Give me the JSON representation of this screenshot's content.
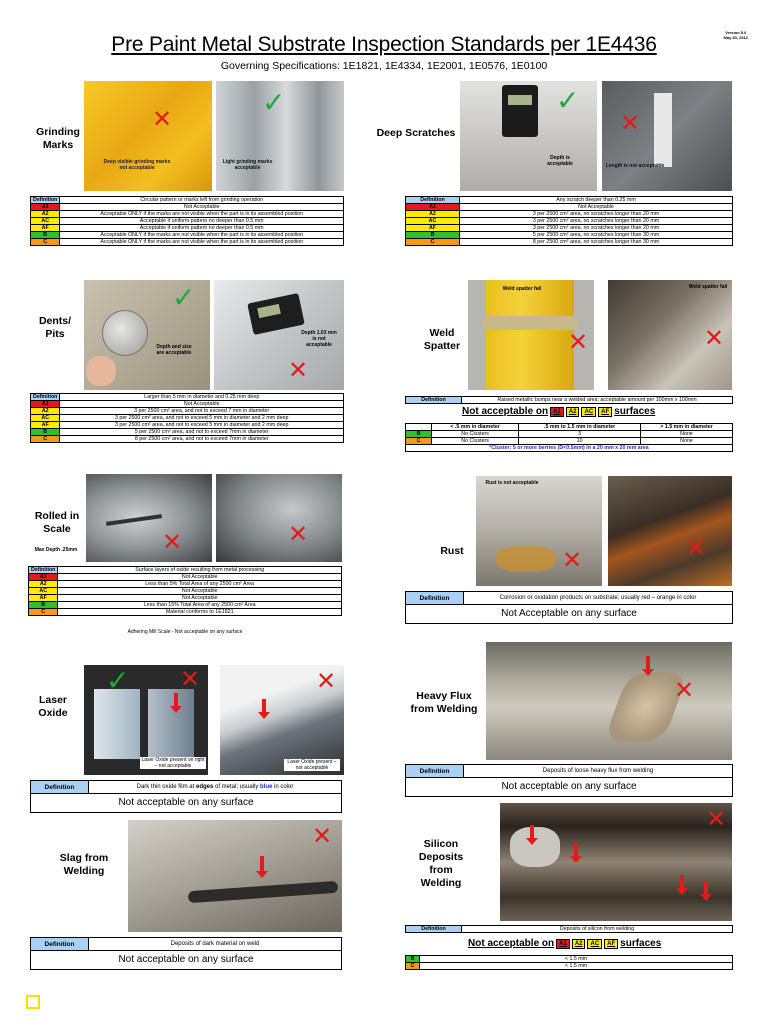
{
  "header": {
    "version": "Version 5.0",
    "date": "May 30, 2012",
    "title": "Pre Paint Metal Substrate Inspection Standards per 1E4436",
    "subtitle": "Governing Specifications: 1E1821, 1E4334, 1E2001, 1E0576, 1E0100"
  },
  "icons": {
    "check": "check-icon",
    "x": "x-mark-icon",
    "arrow": "red-arrow-icon",
    "colors": {
      "red": "#e41a1a",
      "yellow": "#ffea00",
      "green": "#2fbf2f",
      "orange": "#f39a1d",
      "blue": "#a9d0f5"
    }
  },
  "grinding": {
    "label": "Grinding Marks",
    "cap1": "Deep visible grinding marks not acceptable",
    "cap2": "Light grinding marks acceptable",
    "def_label": "Definition",
    "definition": "Circular pattern or marks left from grinding operation",
    "rows": [
      {
        "code": "A1",
        "text": "Not Acceptable"
      },
      {
        "code": "A2",
        "text": "Acceptable ONLY if the marks are not visible when the part is in its assembled position"
      },
      {
        "code": "AC",
        "text": "Acceptable if uniform pattern no deeper than 0.5 mm"
      },
      {
        "code": "AF",
        "text": "Acceptable if uniform pattern no deeper than 0.5 mm"
      },
      {
        "code": "B",
        "text": "Acceptable ONLY if the marks are not visible when the part is in its assembled position"
      },
      {
        "code": "C",
        "text": "Acceptable ONLY if the marks are not visible when the part is in its assembled position"
      }
    ]
  },
  "scratches": {
    "label": "Deep Scratches",
    "cap1": "Depth is acceptable",
    "cap2": "Length is not acceptable",
    "def_label": "Definition",
    "definition": "Any scratch deeper than 0.25 mm",
    "rows": [
      {
        "code": "A1",
        "text": "Not Acceptable"
      },
      {
        "code": "A2",
        "text": "3 per 2500 cm² area, no scratches longer than 20 mm"
      },
      {
        "code": "AC",
        "text": "3 per 2500 cm² area, no scratches longer than 20 mm"
      },
      {
        "code": "AF",
        "text": "3 per 2500 cm² area, no scratches longer than 20 mm"
      },
      {
        "code": "B",
        "text": "5 per 2500 cm² area, no scratches longer than 30 mm"
      },
      {
        "code": "C",
        "text": "8 per 2500 cm² area, no scratches longer than 30 mm"
      }
    ]
  },
  "dents": {
    "label": "Dents/ Pits",
    "cap1": "Depth and size are acceptable",
    "cap2": "Depth 1.03 mm is not acceptable",
    "def_label": "Definition",
    "definition": "Larger than 5 mm in diameter and 0.25 mm deep",
    "rows": [
      {
        "code": "A1",
        "text": "Not Acceptable"
      },
      {
        "code": "A2",
        "text": "3 per 2500 cm² area, and not to exceed 7 mm in diameter"
      },
      {
        "code": "AC",
        "text": "3 per 2500 cm² area, and not to exceed 5 mm in diameter and 2 mm deep"
      },
      {
        "code": "AF",
        "text": "3 per 2500 cm² area, and not to exceed 5 mm in diameter and 2 mm deep"
      },
      {
        "code": "B",
        "text": "5 per 2500 cm² area, and not to exceed 7mm in diameter"
      },
      {
        "code": "C",
        "text": "8 per 2500 cm² area, and not to exceed 7mm in diameter"
      }
    ]
  },
  "weld": {
    "label": "Weld Spatter",
    "cap1": "Weld spatter fail",
    "cap2": "Weld spatter fail",
    "def_label": "Definition",
    "definition": "Raised metallic bumps near a welded area; acceptable amount per 100mm x 100mm",
    "na_pre": "Not acceptable on",
    "na_codes": [
      "A1",
      "A2",
      "AC",
      "AF"
    ],
    "na_post": "surfaces",
    "cols": [
      "< .5 mm in diameter",
      ".5 mm to 1.5 mm in diameter",
      "> 1.5 mm in diameter"
    ],
    "rows": [
      {
        "code": "B",
        "c1": "No Clusters",
        "c2": "3",
        "c3": "None"
      },
      {
        "code": "C",
        "c1": "No Clusters",
        "c2": "10",
        "c3": "None"
      }
    ],
    "cluster_note": "*Cluster: 5 or more berries (D<0.5mm) in a 20 mm x 20 mm area"
  },
  "rolled": {
    "label": "Rolled in Scale",
    "sub": "Max Depth .25mm",
    "def_label": "Definition",
    "definition": "Surface layers of oxide resulting from metal processing",
    "rows": [
      {
        "code": "A1",
        "text": "Not Acceptable"
      },
      {
        "code": "A2",
        "text": "Less than 5% Total Area of any 2500 cm² Area"
      },
      {
        "code": "AC",
        "text": "Not Acceptable"
      },
      {
        "code": "AF",
        "text": "Not Acceptable"
      },
      {
        "code": "B",
        "text": "Less than 15% Total Area of any 2500 cm² Area"
      },
      {
        "code": "C",
        "text": "Material conforms to 1E1821"
      }
    ],
    "note": "Adhering Mill Scale - Not acceptable on any surface"
  },
  "rust": {
    "label": "Rust",
    "cap1": "Rust is not acceptable",
    "def_label": "Definition",
    "definition": "Corrosion or oxidation products on substrate; usually red – orange in color",
    "verdict": "Not Acceptable on any surface"
  },
  "laser": {
    "label": "Laser Oxide",
    "cap1": "Laser Oxide present on right – not acceptable",
    "cap2": "Laser Oxide present – not acceptable",
    "def_label": "Definition",
    "def_pre": "Dark thin oxide film at",
    "def_mid": "edges",
    "def_mid2": "of metal; usually",
    "def_blue": "blue",
    "def_post": "in color",
    "verdict": "Not acceptable on any surface"
  },
  "flux": {
    "label": "Heavy Flux from Welding",
    "def_label": "Definition",
    "definition": "Deposits of loose heavy flux from welding",
    "verdict": "Not acceptable on any surface"
  },
  "slag": {
    "label": "Slag from Welding",
    "def_label": "Definition",
    "definition": "Deposits of dark material on weld",
    "verdict": "Not acceptable on any surface"
  },
  "silicon": {
    "label": "Silicon Deposits from Welding",
    "def_label": "Definition",
    "definition": "Deposits of silicon from welding",
    "na_pre": "Not acceptable on",
    "na_codes": [
      "A1",
      "A2",
      "AC",
      "AF"
    ],
    "na_post": "surfaces",
    "rows": [
      {
        "code": "B",
        "text": "< 1.5 mm"
      },
      {
        "code": "C",
        "text": "< 1.5 mm"
      }
    ]
  }
}
